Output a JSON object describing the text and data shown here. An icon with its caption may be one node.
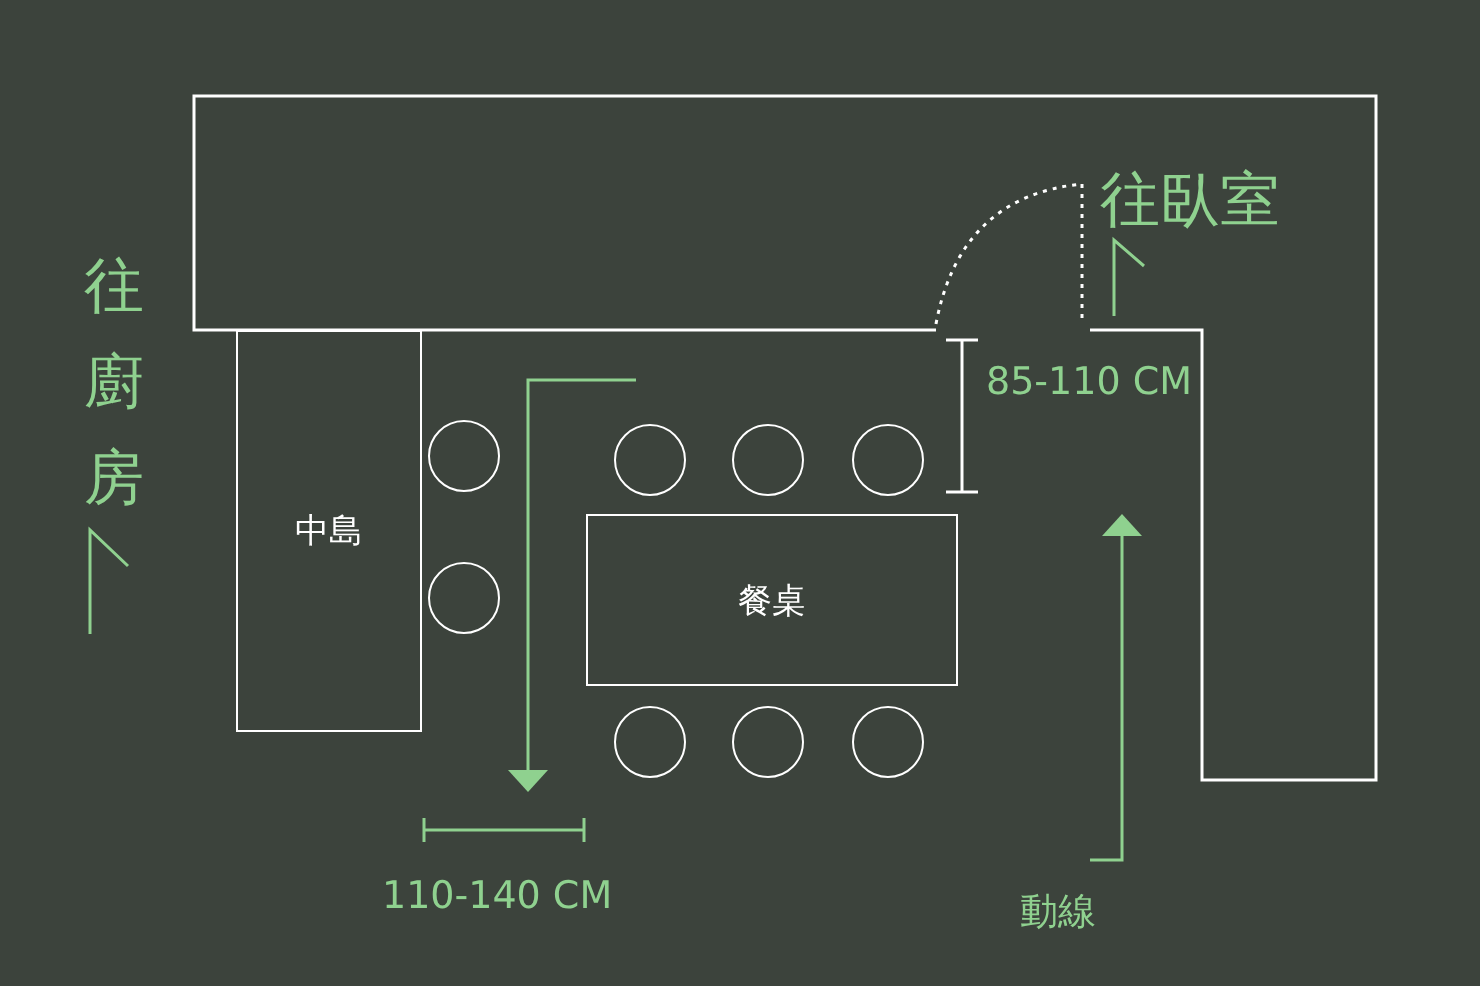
{
  "diagram": {
    "nodes": [
      {
        "text": [
          "中島"
        ]
      },
      {
        "text": [
          "餐桌"
        ]
      },
      {
        "text": [],
        "shape": "circle"
      },
      {
        "text": [],
        "shape": "circle"
      },
      {
        "text": [],
        "shape": "circle"
      },
      {
        "text": [],
        "shape": "circle"
      },
      {
        "text": [],
        "shape": "circle"
      },
      {
        "text": [],
        "shape": "circle"
      },
      {
        "text": [],
        "shape": "circle"
      },
      {
        "text": [],
        "shape": "circle"
      }
    ],
    "labels": [
      "往臥室",
      "往廚房",
      "85-110 CM",
      "110-140 CM",
      "動線"
    ]
  }
}
